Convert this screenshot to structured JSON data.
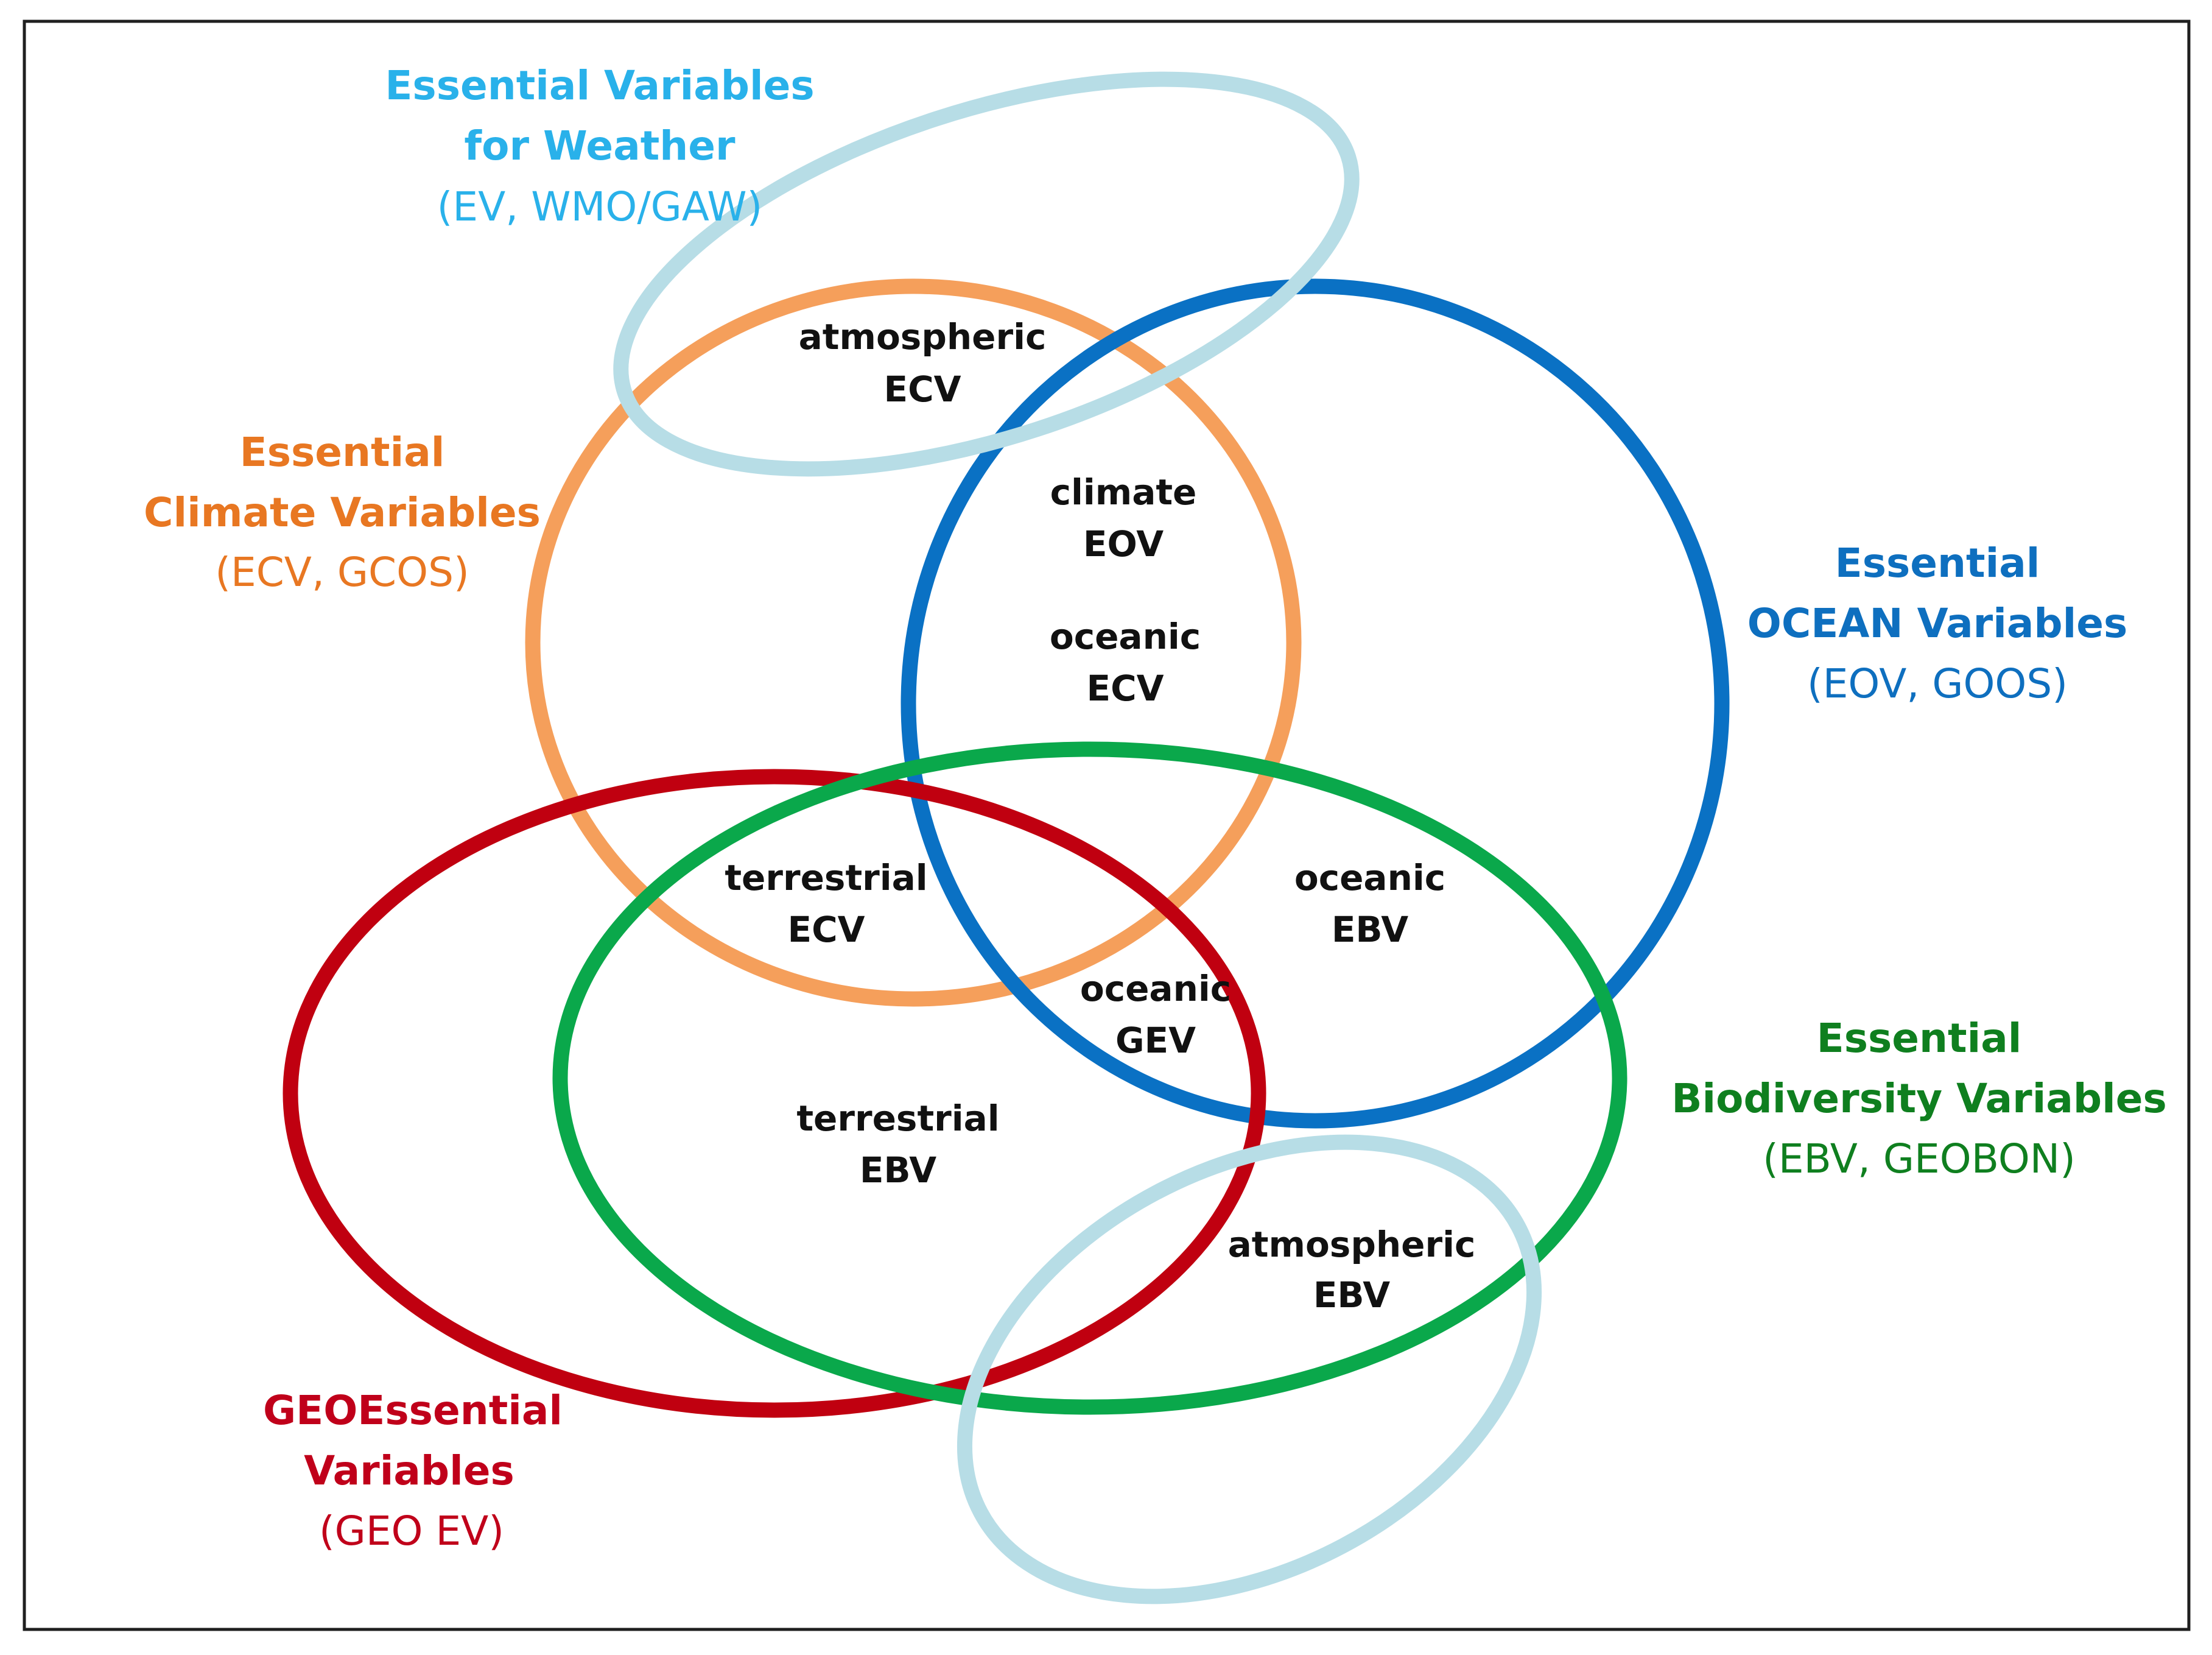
{
  "colors": {
    "weather": "#29b1ea",
    "weather_ring": "#b7dde6",
    "climate": "#e87722",
    "climate_ring": "#f59f5b",
    "ocean": "#0e6fbf",
    "ocean_ring": "#0a71c4",
    "biodiversity": "#0f7f1f",
    "biodiversity_ring": "#0aa84b",
    "geo": "#c0001a",
    "geo_ring": "#c00010",
    "region_text": "#111111"
  },
  "categories": {
    "weather": {
      "line1": "Essential Variables",
      "line2": "for Weather",
      "sub": "(EV, WMO/GAW)"
    },
    "climate": {
      "line1": "Essential",
      "line2": "Climate Variables",
      "sub": "(ECV, GCOS)"
    },
    "ocean": {
      "line1": "Essential",
      "line2": "OCEAN Variables",
      "sub": "(EOV, GOOS)"
    },
    "biodiversity": {
      "line1": "Essential",
      "line2": "Biodiversity Variables",
      "sub": "(EBV, GEOBON)"
    },
    "geo": {
      "line1": "GEOEssential",
      "line2": "Variables",
      "sub": "(GEO EV)"
    }
  },
  "regions": {
    "atmospheric_ecv": {
      "line1": "atmospheric",
      "line2": "ECV"
    },
    "climate_eov": {
      "line1": "climate",
      "line2": "EOV"
    },
    "oceanic_ecv": {
      "line1": "oceanic",
      "line2": "ECV"
    },
    "terrestrial_ecv": {
      "line1": "terrestrial",
      "line2": "ECV"
    },
    "oceanic_ebv": {
      "line1": "oceanic",
      "line2": "EBV"
    },
    "oceanic_gev": {
      "line1": "oceanic",
      "line2": "GEV"
    },
    "terrestrial_ebv": {
      "line1": "terrestrial",
      "line2": "EBV"
    },
    "atmospheric_ebv": {
      "line1": "atmospheric",
      "line2": "EBV"
    }
  }
}
